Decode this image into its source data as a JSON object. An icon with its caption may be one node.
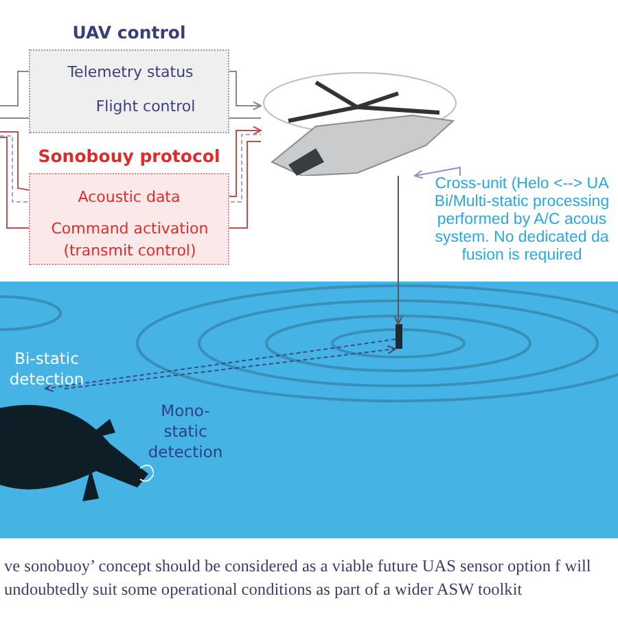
{
  "diagram": {
    "caption": "ve sonobuoy’ concept should be considered as a viable future UAS sensor option f will undoubtedly suit some operational conditions as part of a wider ASW toolkit",
    "nodes": [
      {
        "text": [
          "UAV control"
        ]
      },
      {
        "text": [
          "Telemetry status"
        ],
        "in": 0
      },
      {
        "text": [
          "Flight control"
        ],
        "in": 0
      },
      {
        "text": [
          "Sonobouy protocol"
        ]
      },
      {
        "text": [
          "Acoustic data"
        ],
        "in": 3
      },
      {
        "text": [
          "Command activation (transmit control)"
        ],
        "in": 3
      },
      {
        "text": [],
        "shape": "picture"
      },
      {
        "text": [
          "Cross-unit (Helo <--> UA Bi/Multi-static processing performed by A/C acous system. No dedicated da fusion is required"
        ]
      },
      {
        "text": [],
        "shape": "bar"
      },
      {
        "text": [],
        "shape": "picture"
      }
    ],
    "edges": [
      {
        "from": null,
        "to": 1,
        "arrow": "none"
      },
      {
        "from": 1,
        "to": 6,
        "arrow": "to"
      },
      {
        "from": null,
        "to": 2,
        "arrow": "none"
      },
      {
        "from": 2,
        "to": 6,
        "arrow": "none"
      },
      {
        "from": null,
        "to": 4,
        "arrow": "none",
        "color": "#c0504d"
      },
      {
        "from": 4,
        "to": 6,
        "arrow": "to",
        "color": "#c0504d"
      },
      {
        "from": null,
        "to": 5,
        "arrow": "none",
        "color": "#c0504d"
      },
      {
        "from": 5,
        "to": 6,
        "arrow": "none",
        "color": "#c0504d"
      },
      {
        "from": null,
        "to": 4,
        "arrow": "none",
        "style": "dashed",
        "color": "#9aa6e0"
      },
      {
        "from": 4,
        "to": 6,
        "arrow": "none",
        "style": "dashed",
        "color": "#9aa6e0"
      },
      {
        "from": 7,
        "to": 6,
        "arrow": "to",
        "color": "#8a93d6"
      },
      {
        "from": 6,
        "to": 8,
        "arrow": "to",
        "color": "#555555"
      },
      {
        "from": 8,
        "to": 9,
        "arrow": "to",
        "style": "dashed",
        "color": "#3a4a8a"
      },
      {
        "from": 9,
        "to": 8,
        "arrow": "to",
        "style": "dashed",
        "color": "#3a4a8a"
      }
    ],
    "labels": [
      "Bi-static detection",
      "Mono-static detection"
    ]
  }
}
